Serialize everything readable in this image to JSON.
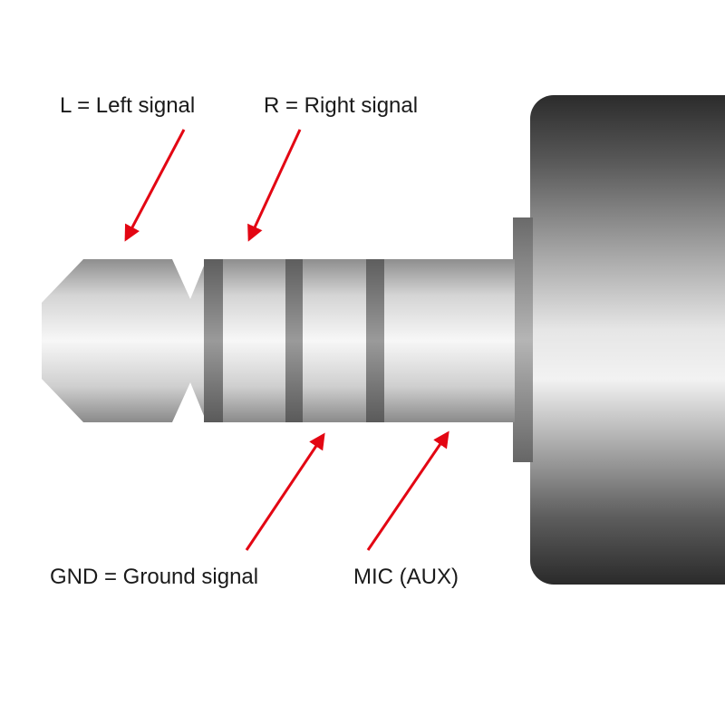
{
  "labels": {
    "left": "L = Left signal",
    "right": "R = Right signal",
    "ground": "GND = Ground signal",
    "mic": "MIC (AUX)"
  },
  "colors": {
    "arrow": "#e30613",
    "insulator": "#7d7d7d",
    "text": "#1a1a1a"
  }
}
